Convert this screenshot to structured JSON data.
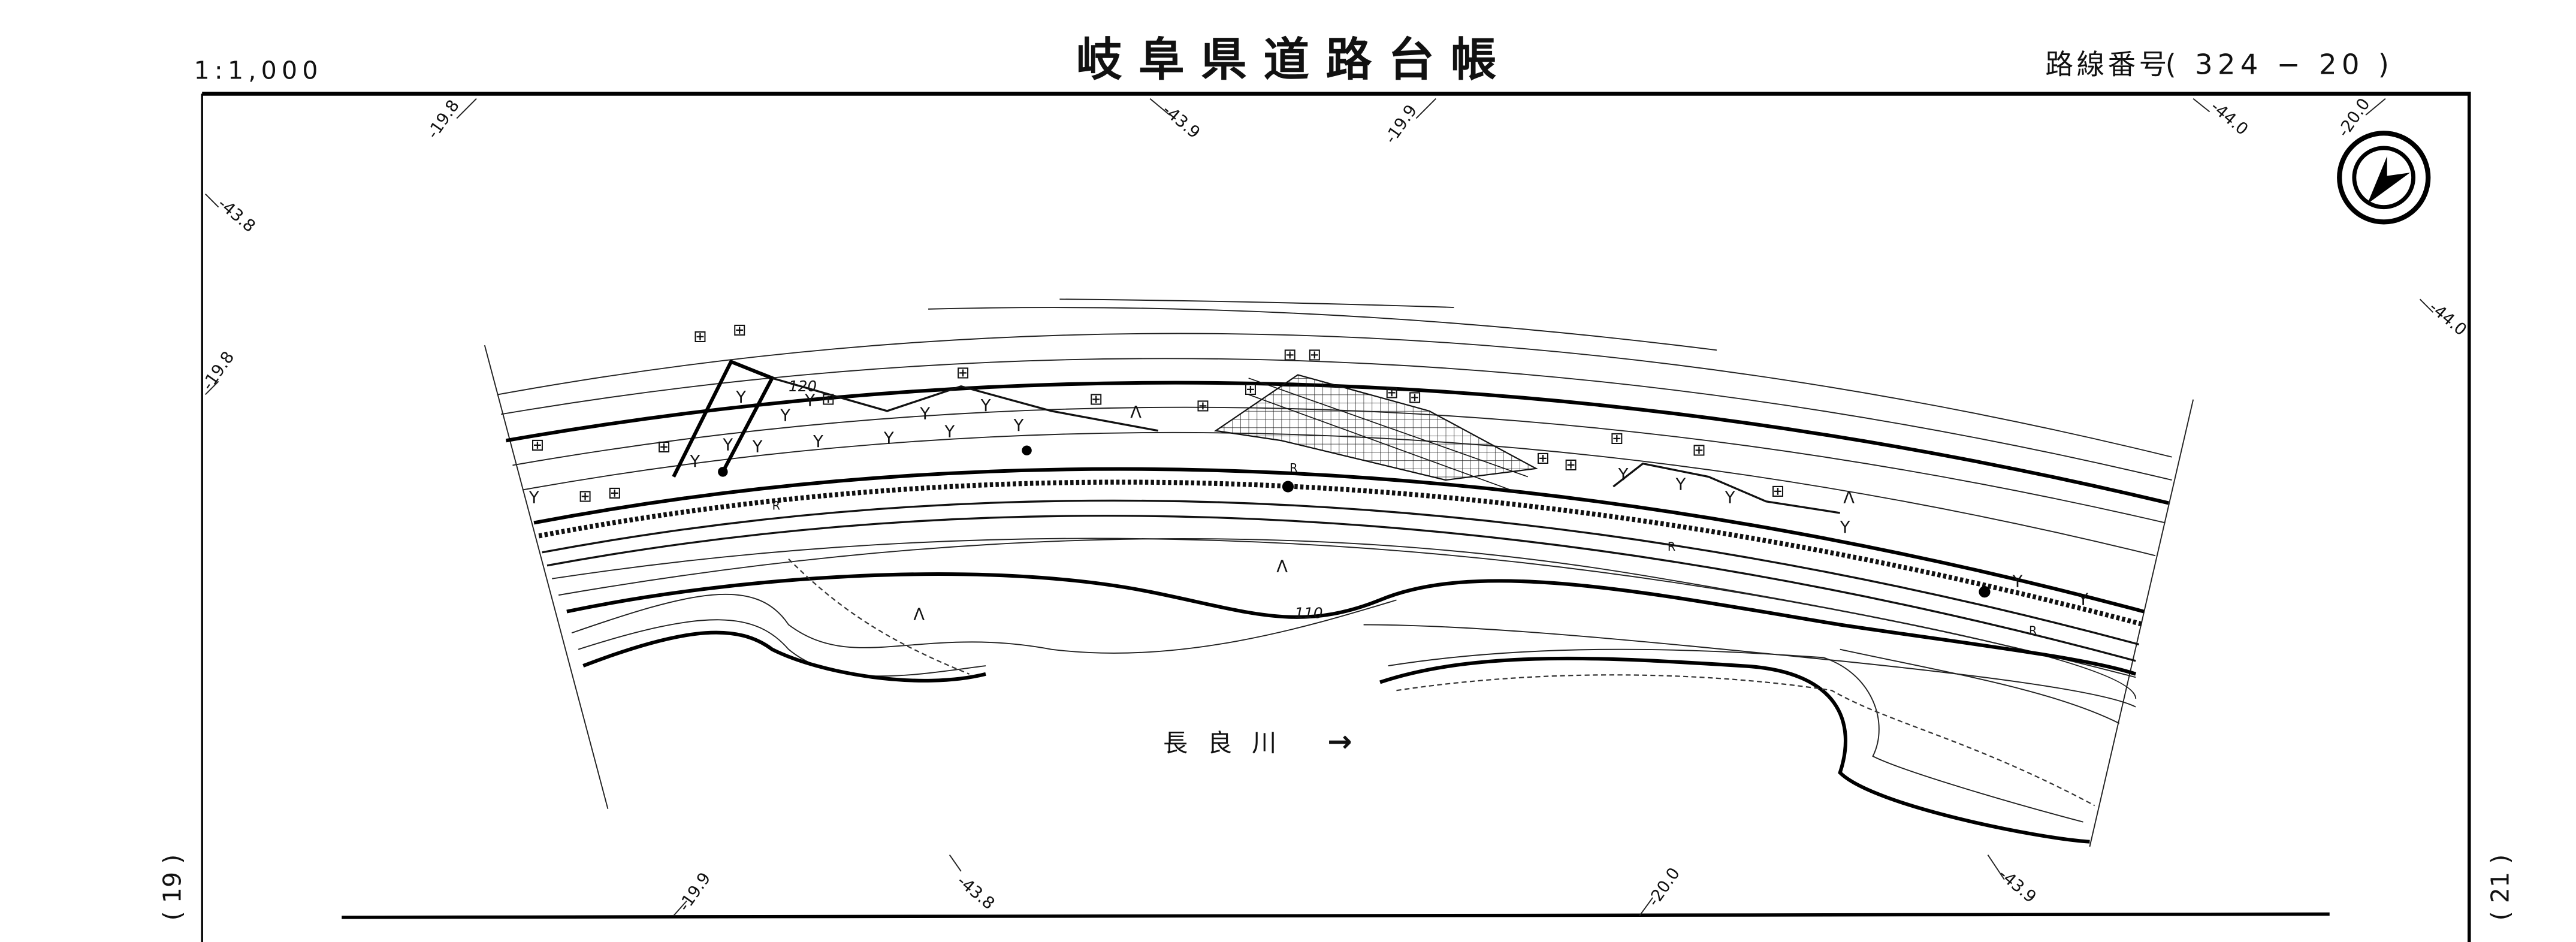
{
  "header": {
    "scale": "1:1,000",
    "title": "岐阜県道路台帳",
    "route_label": "路線番号",
    "route_number": "( 324 − 20 )"
  },
  "sheet_refs": {
    "left": "( 19 )",
    "right": "( 21 )"
  },
  "grid_labels": {
    "top": [
      "-19.8",
      "-43.9",
      "-19.9",
      "-44.0",
      "-20.0"
    ],
    "left": [
      "-43.8",
      "-19.8"
    ],
    "right": [
      "-44.0"
    ],
    "bottom": [
      "-19.9",
      "-43.8",
      "-20.0",
      "-43.9"
    ]
  },
  "map": {
    "contour_labels": [
      "120",
      "110"
    ],
    "river_name": "長良川",
    "river_arrow": "→",
    "symbols": {
      "building": "⊞",
      "orchard": "Y",
      "paddy": "Λ",
      "road_mark": "R"
    }
  },
  "compass": {
    "icon": "north-arrow-icon"
  }
}
